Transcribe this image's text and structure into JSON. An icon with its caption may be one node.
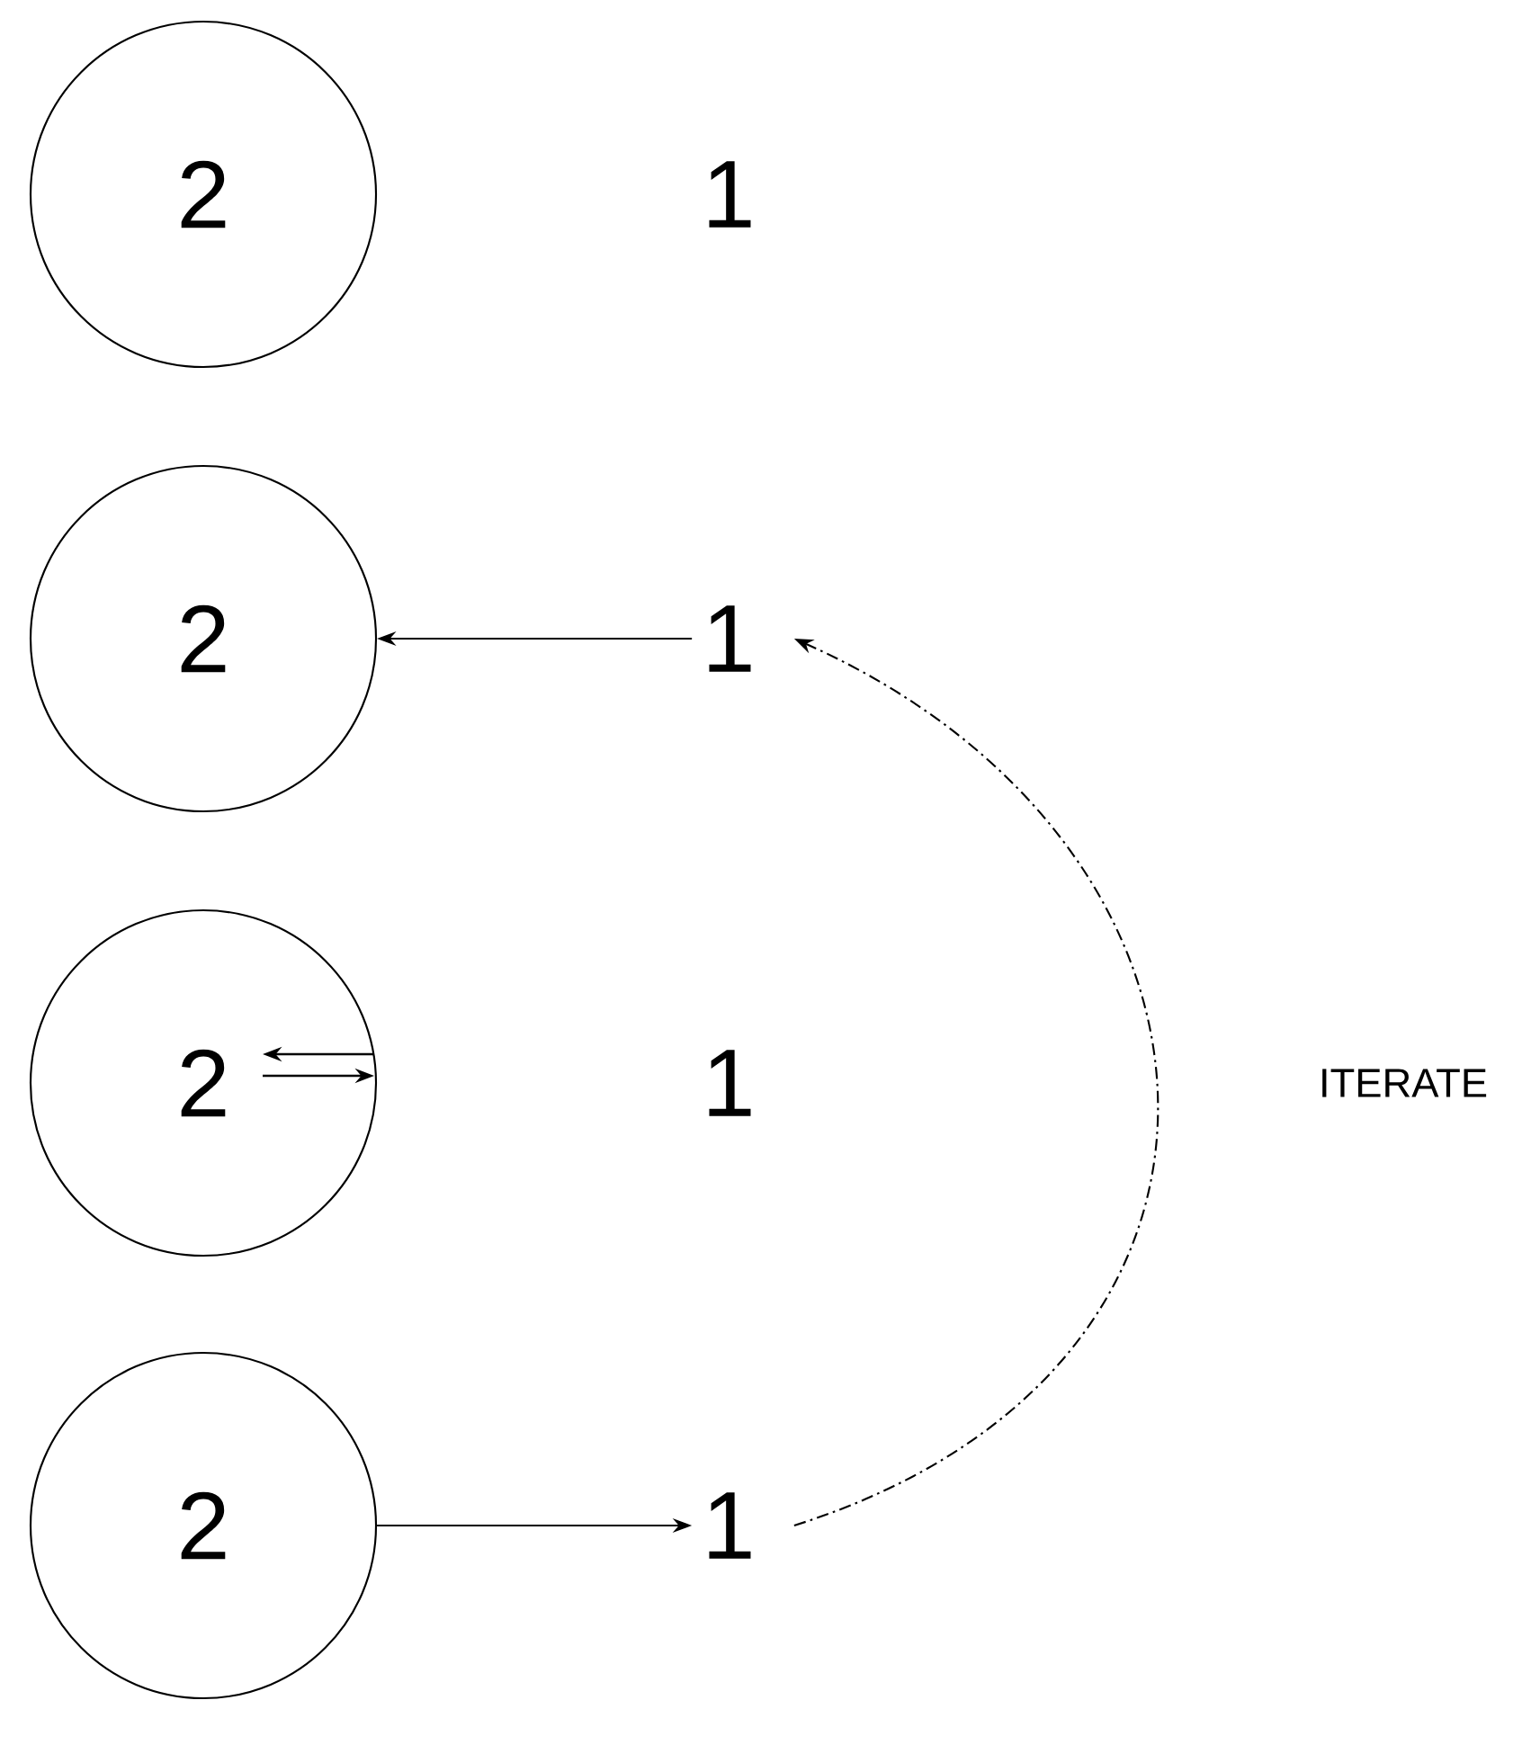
{
  "diagram": {
    "nodes": [
      {
        "text": [
          "2"
        ]
      },
      {
        "text": [
          "1"
        ]
      },
      {
        "text": [
          "2"
        ]
      },
      {
        "text": [
          "1"
        ]
      },
      {
        "text": [
          "2"
        ]
      },
      {
        "text": [
          "1"
        ]
      },
      {
        "text": [
          "2"
        ]
      },
      {
        "text": [
          "1"
        ]
      }
    ],
    "edges": [
      {
        "from": 3,
        "to": 2,
        "arrow": "to"
      },
      {
        "from": 6,
        "to": 7,
        "arrow": "to"
      },
      {
        "from": 7,
        "to": 3,
        "arrow": "to",
        "style": "dashed",
        "label": "ITERATE"
      }
    ]
  }
}
